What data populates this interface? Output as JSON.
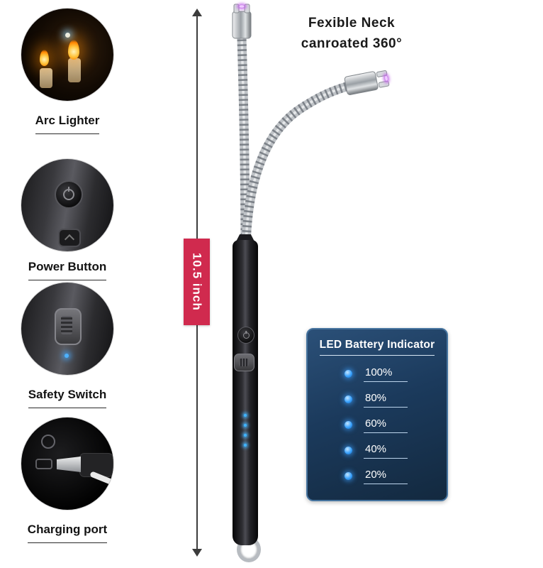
{
  "features": [
    {
      "label": "Arc Lighter"
    },
    {
      "label": "Power Button"
    },
    {
      "label": "Safety Switch"
    },
    {
      "label": "Charging port"
    }
  ],
  "measurement": {
    "label": "10.5 inch"
  },
  "neck_note": {
    "line1": "Fexible Neck",
    "line2": "canroated 360°"
  },
  "battery_panel": {
    "title": "LED Battery Indicator",
    "levels": [
      {
        "label": "100%"
      },
      {
        "label": "80%"
      },
      {
        "label": "60%"
      },
      {
        "label": "40%"
      },
      {
        "label": "20%"
      }
    ]
  },
  "colors": {
    "badge_red": "#d02a4e",
    "panel_bg": "#1b3a5c",
    "panel_border": "#46749f",
    "led_dot_blue": "#39a2ff",
    "arc_purple": "#c26ae8"
  }
}
